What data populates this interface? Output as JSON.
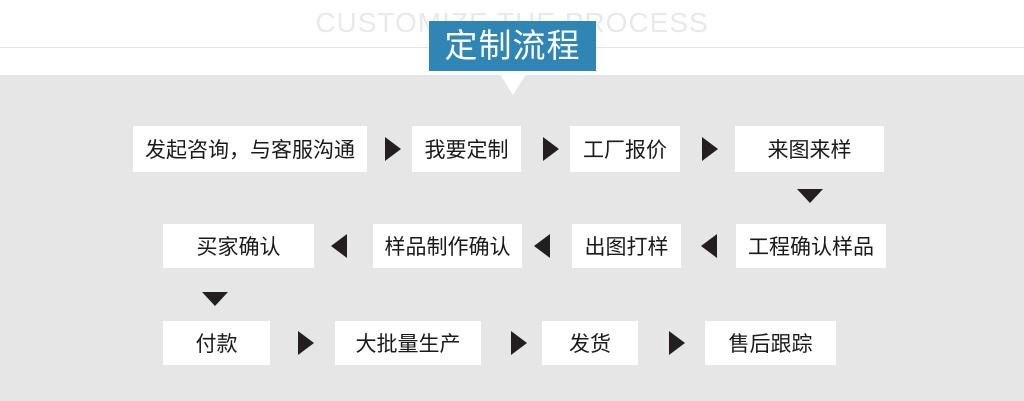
{
  "header": {
    "background_text": "CUSTOMIZE THE PROCESS",
    "title": "定制流程",
    "title_bg_color": "#2f86b4"
  },
  "flow": {
    "row1": [
      "发起咨询，与客服沟通",
      "我要定制",
      "工厂报价",
      "来图来样"
    ],
    "row2": [
      "买家确认",
      "样品制作确认",
      "出图打样",
      "工程确认样品"
    ],
    "row3": [
      "付款",
      "大批量生产",
      "发货",
      "售后跟踪"
    ]
  },
  "colors": {
    "panel": "#e6e6e6",
    "box": "#ffffff",
    "arrow": "#231f20"
  }
}
